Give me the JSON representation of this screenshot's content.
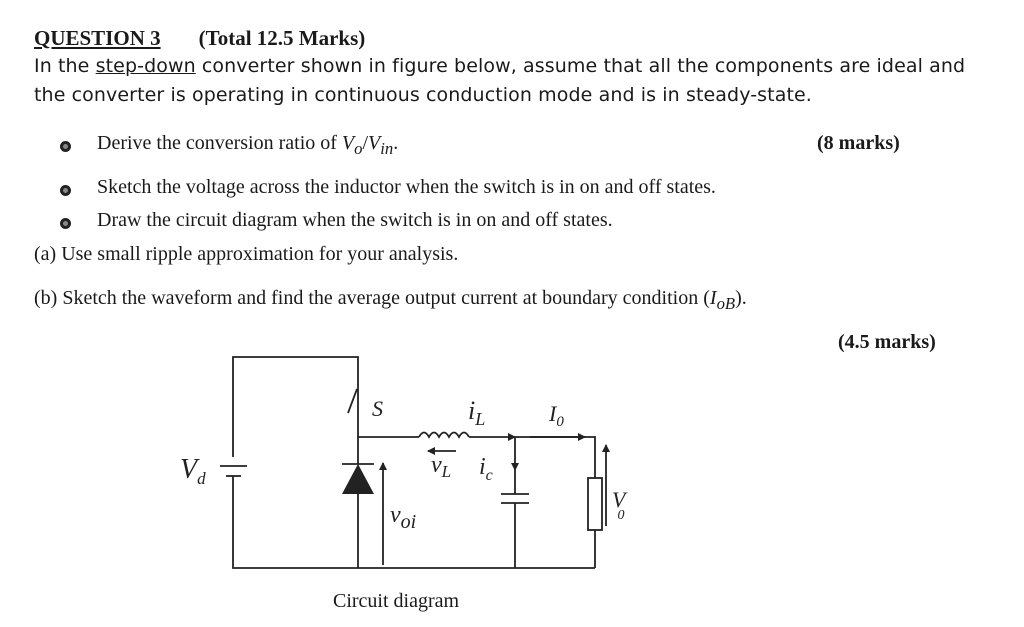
{
  "heading": {
    "question": "QUESTION 3",
    "total": "(Total 12.5 Marks)"
  },
  "intro": {
    "line1_pre": "In the ",
    "line1_link": "step-down",
    "line1_post": " converter shown in figure below, assume that all the components are ideal and",
    "line2": "the converter is operating in continuous conduction mode and is in steady-state."
  },
  "bullets": [
    {
      "pre": "Derive the conversion ratio of ",
      "vo": "V",
      "vo_sub": "o",
      "slash": "/",
      "vin": "V",
      "vin_sub": "in",
      "post": ".",
      "marks": "(8 marks)"
    },
    {
      "text": "Sketch the voltage across the inductor when the switch is in on and off states."
    },
    {
      "text": "Draw the circuit diagram when the switch is in on and off states."
    }
  ],
  "part_a": "(a) Use small ripple approximation for your analysis.",
  "part_b": {
    "pre": "(b) Sketch the waveform and find the average output current at boundary condition (",
    "sym": "I",
    "sub": "oB",
    "post": ")."
  },
  "marks_b": "(4.5 marks)",
  "circuit": {
    "vd_main": "V",
    "vd_sub": "d",
    "switch": "S",
    "il_main": "i",
    "il_sub": "L",
    "io_main": "I",
    "io_sub": "0",
    "vl_main": "v",
    "vl_sub": "L",
    "ic_main": "i",
    "ic_sub": "c",
    "voi_main": "v",
    "voi_sub": "oi",
    "vo_main": "V",
    "vo_sub": "0",
    "caption": "Circuit diagram"
  }
}
